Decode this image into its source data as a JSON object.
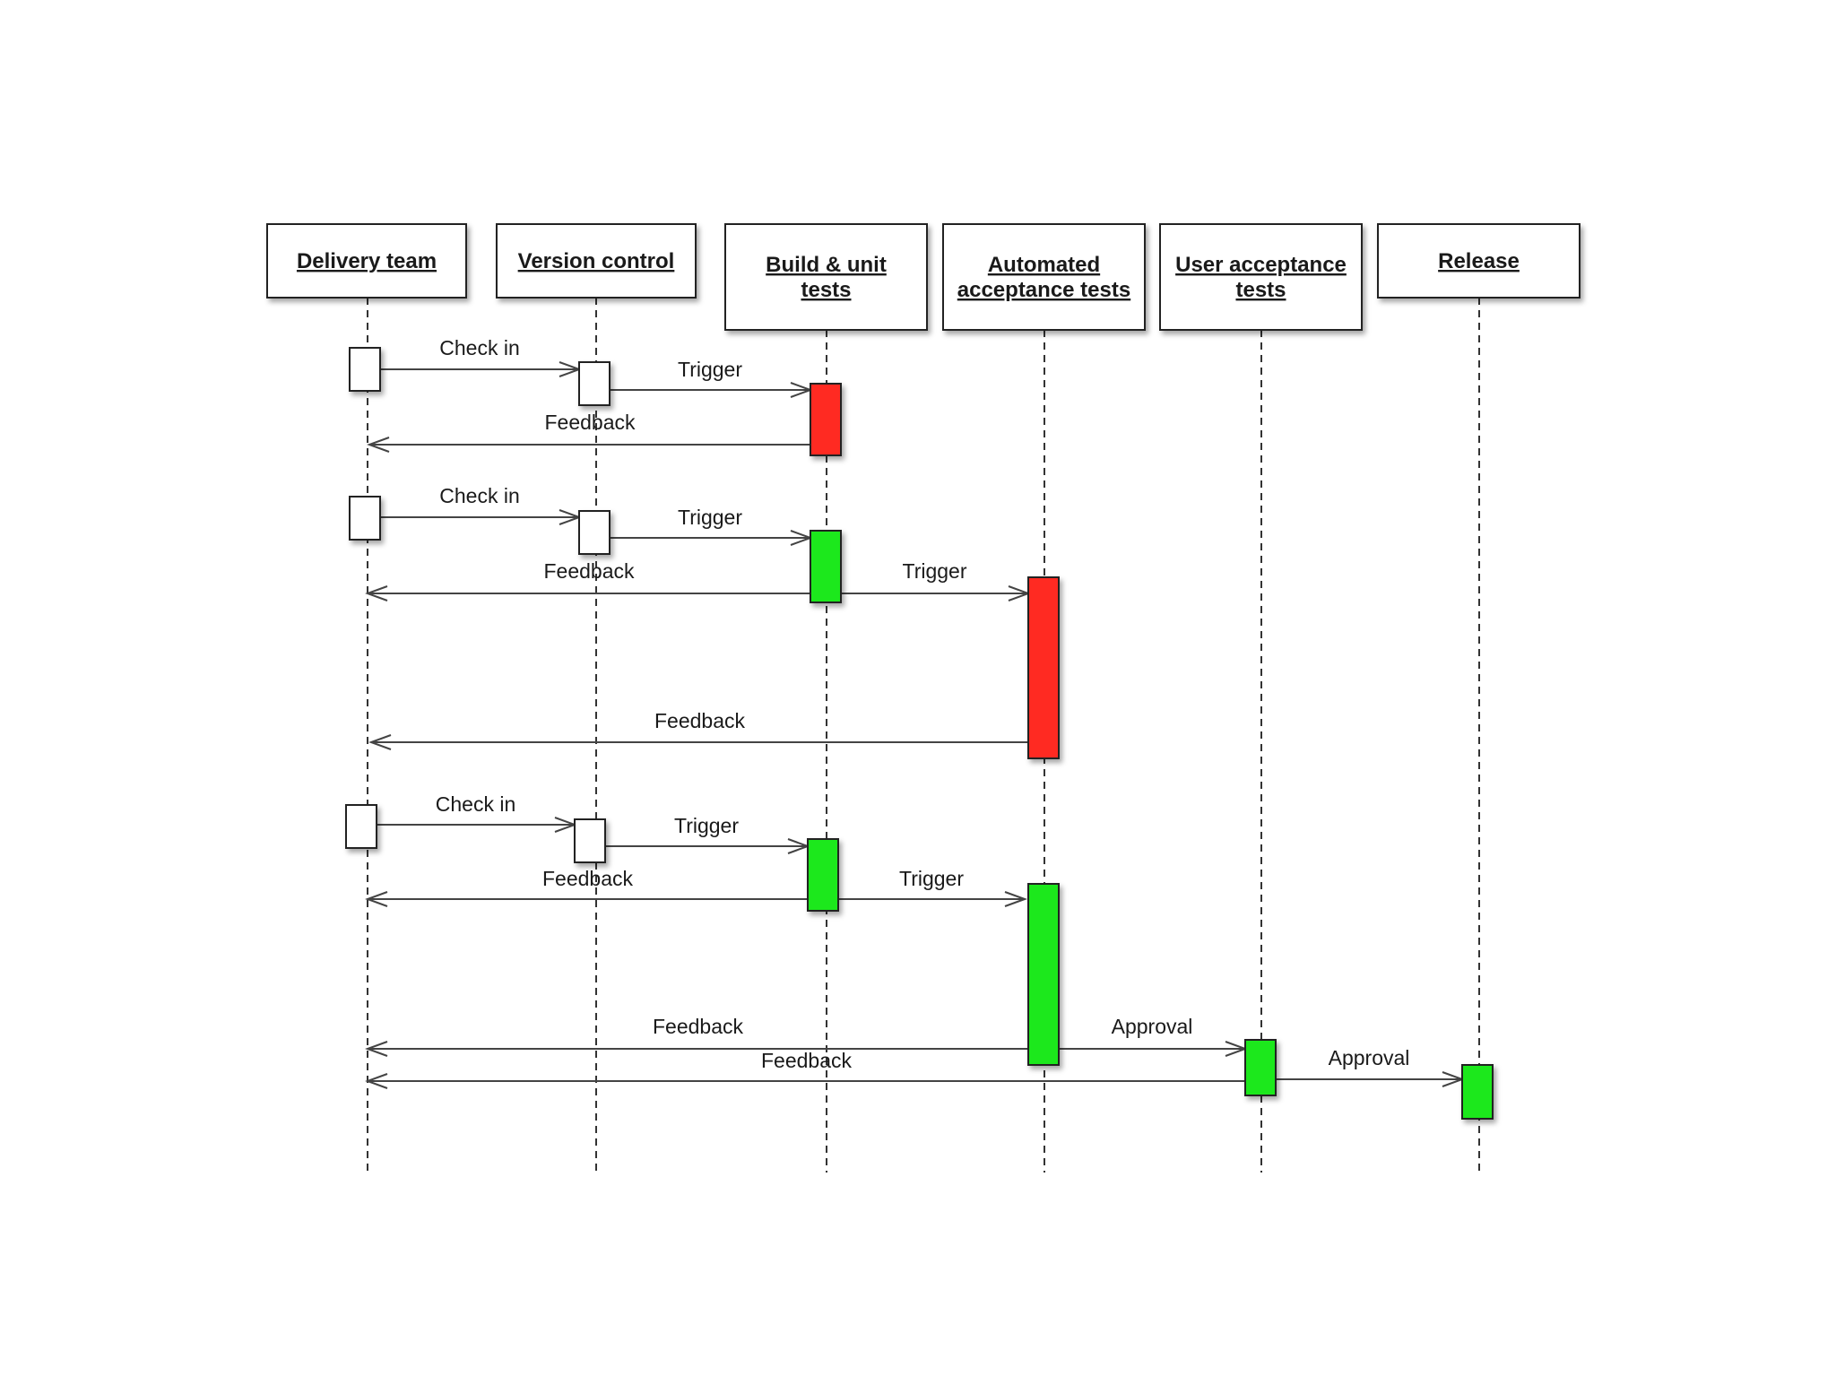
{
  "participants": [
    {
      "id": "delivery",
      "label_lines": [
        "Delivery team"
      ]
    },
    {
      "id": "vcs",
      "label_lines": [
        "Version control"
      ]
    },
    {
      "id": "build",
      "label_lines": [
        "Build & unit",
        "tests"
      ]
    },
    {
      "id": "aat",
      "label_lines": [
        "Automated",
        "acceptance tests"
      ]
    },
    {
      "id": "uat",
      "label_lines": [
        "User acceptance",
        "tests"
      ]
    },
    {
      "id": "release",
      "label_lines": [
        "Release"
      ]
    }
  ],
  "activations": [
    {
      "participant": "delivery",
      "status": "neutral"
    },
    {
      "participant": "vcs",
      "status": "neutral"
    },
    {
      "participant": "build",
      "status": "failed"
    },
    {
      "participant": "delivery",
      "status": "neutral"
    },
    {
      "participant": "vcs",
      "status": "neutral"
    },
    {
      "participant": "build",
      "status": "passed"
    },
    {
      "participant": "aat",
      "status": "failed"
    },
    {
      "participant": "delivery",
      "status": "neutral"
    },
    {
      "participant": "vcs",
      "status": "neutral"
    },
    {
      "participant": "build",
      "status": "passed"
    },
    {
      "participant": "aat",
      "status": "passed"
    },
    {
      "participant": "uat",
      "status": "passed"
    },
    {
      "participant": "release",
      "status": "passed"
    }
  ],
  "messages": [
    {
      "label": "Check in",
      "from": "delivery",
      "to": "vcs"
    },
    {
      "label": "Trigger",
      "from": "vcs",
      "to": "build"
    },
    {
      "label": "Feedback",
      "from": "build",
      "to": "delivery"
    },
    {
      "label": "Check in",
      "from": "delivery",
      "to": "vcs"
    },
    {
      "label": "Trigger",
      "from": "vcs",
      "to": "build"
    },
    {
      "label": "Feedback",
      "from": "build",
      "to": "delivery"
    },
    {
      "label": "Trigger",
      "from": "build",
      "to": "aat"
    },
    {
      "label": "Feedback",
      "from": "aat",
      "to": "delivery"
    },
    {
      "label": "Check in",
      "from": "delivery",
      "to": "vcs"
    },
    {
      "label": "Trigger",
      "from": "vcs",
      "to": "build"
    },
    {
      "label": "Feedback",
      "from": "build",
      "to": "delivery"
    },
    {
      "label": "Trigger",
      "from": "build",
      "to": "aat"
    },
    {
      "label": "Feedback",
      "from": "aat",
      "to": "delivery"
    },
    {
      "label": "Approval",
      "from": "aat",
      "to": "uat"
    },
    {
      "label": "Feedback",
      "from": "uat",
      "to": "delivery"
    },
    {
      "label": "Approval",
      "from": "uat",
      "to": "release"
    }
  ],
  "colors": {
    "neutral": "#ffffff",
    "failed": "#ff2a22",
    "passed": "#1ee81e"
  }
}
